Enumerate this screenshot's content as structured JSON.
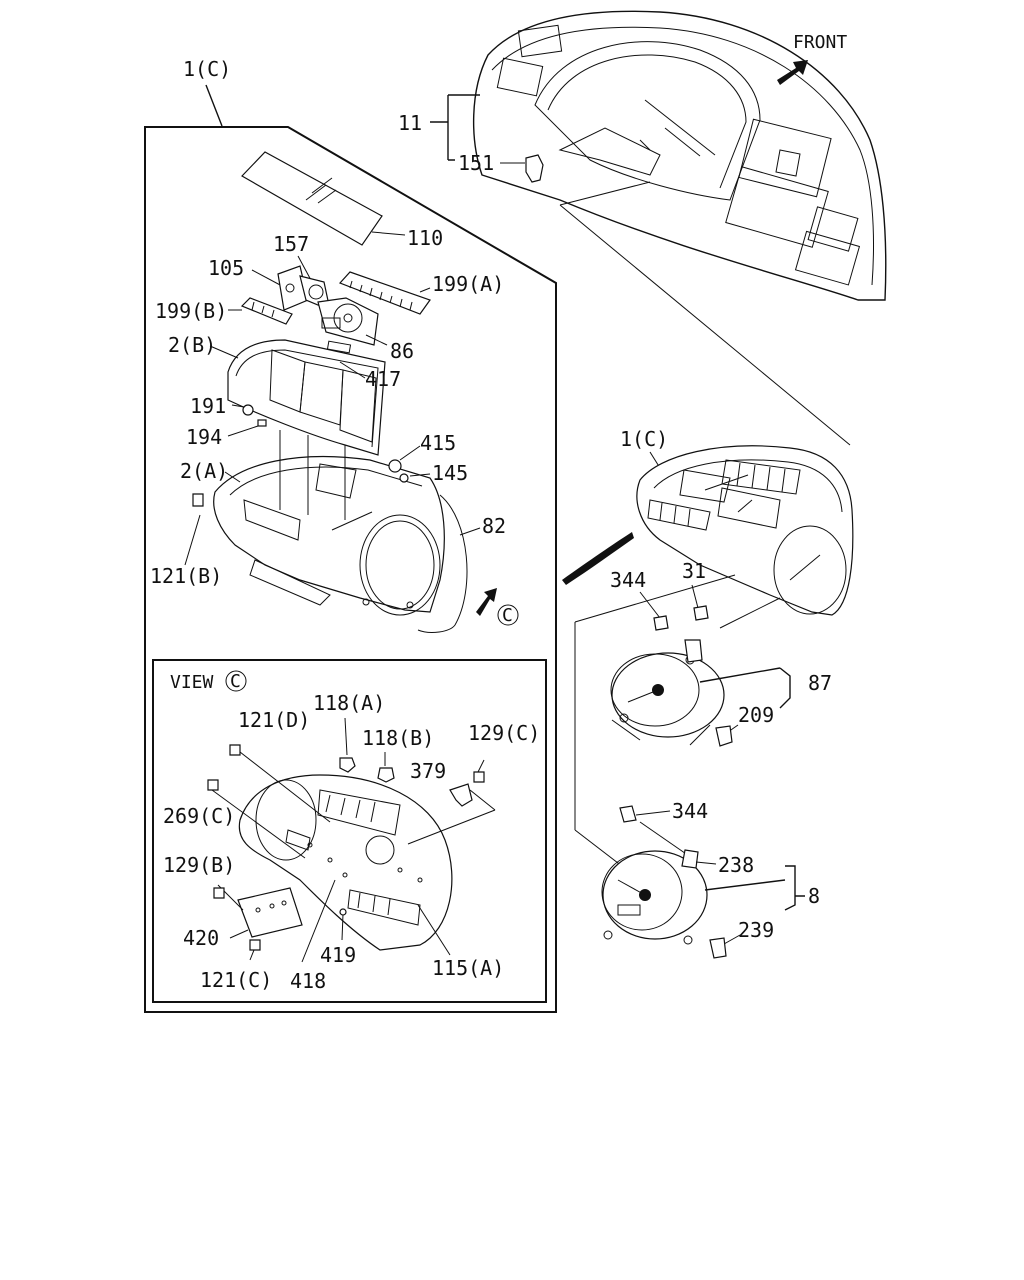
{
  "front_label": "FRONT",
  "view_label": "VIEW",
  "view_marker": "C",
  "labels": {
    "l_1c_top": "1(C)",
    "l_11": "11",
    "l_151": "151",
    "l_110": "110",
    "l_157": "157",
    "l_105": "105",
    "l_199a": "199(A)",
    "l_199b": "199(B)",
    "l_86": "86",
    "l_2b": "2(B)",
    "l_417": "417",
    "l_191": "191",
    "l_194": "194",
    "l_415": "415",
    "l_145": "145",
    "l_2a": "2(A)",
    "l_82": "82",
    "l_121b": "121(B)",
    "l_1c_right": "1(C)",
    "l_344a": "344",
    "l_31": "31",
    "l_87": "87",
    "l_209": "209",
    "l_344b": "344",
    "l_238": "238",
    "l_8": "8",
    "l_239": "239",
    "l_121d": "121(D)",
    "l_118a": "118(A)",
    "l_118b": "118(B)",
    "l_129c": "129(C)",
    "l_379": "379",
    "l_269c": "269(C)",
    "l_129b": "129(B)",
    "l_420": "420",
    "l_121c": "121(C)",
    "l_418": "418",
    "l_419": "419",
    "l_115a": "115(A)"
  }
}
